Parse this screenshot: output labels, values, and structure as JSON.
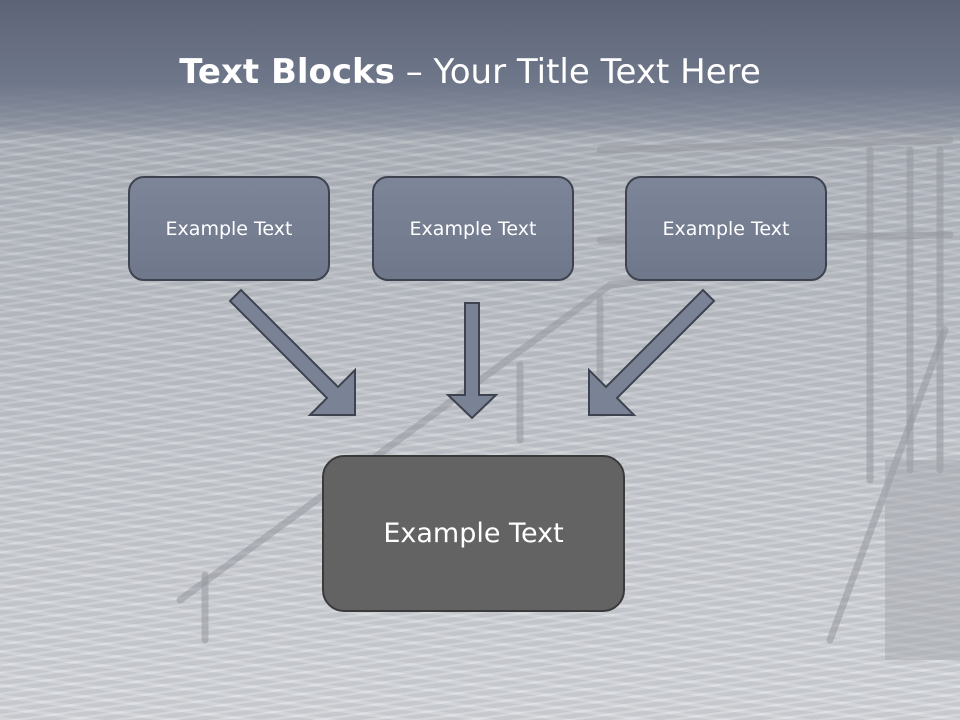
{
  "slide": {
    "title_bold": "Text Blocks",
    "title_rest": " – Your Title Text Here"
  },
  "blocks": {
    "top": [
      {
        "label": "Example Text"
      },
      {
        "label": "Example Text"
      },
      {
        "label": "Example Text"
      }
    ],
    "bottom": {
      "label": "Example Text"
    }
  },
  "colors": {
    "header": "#5c6376",
    "small_box_fill": "#7a8295",
    "big_box_fill": "#636363",
    "arrow_fill": "#7a8295",
    "arrow_stroke": "#3f4350"
  }
}
